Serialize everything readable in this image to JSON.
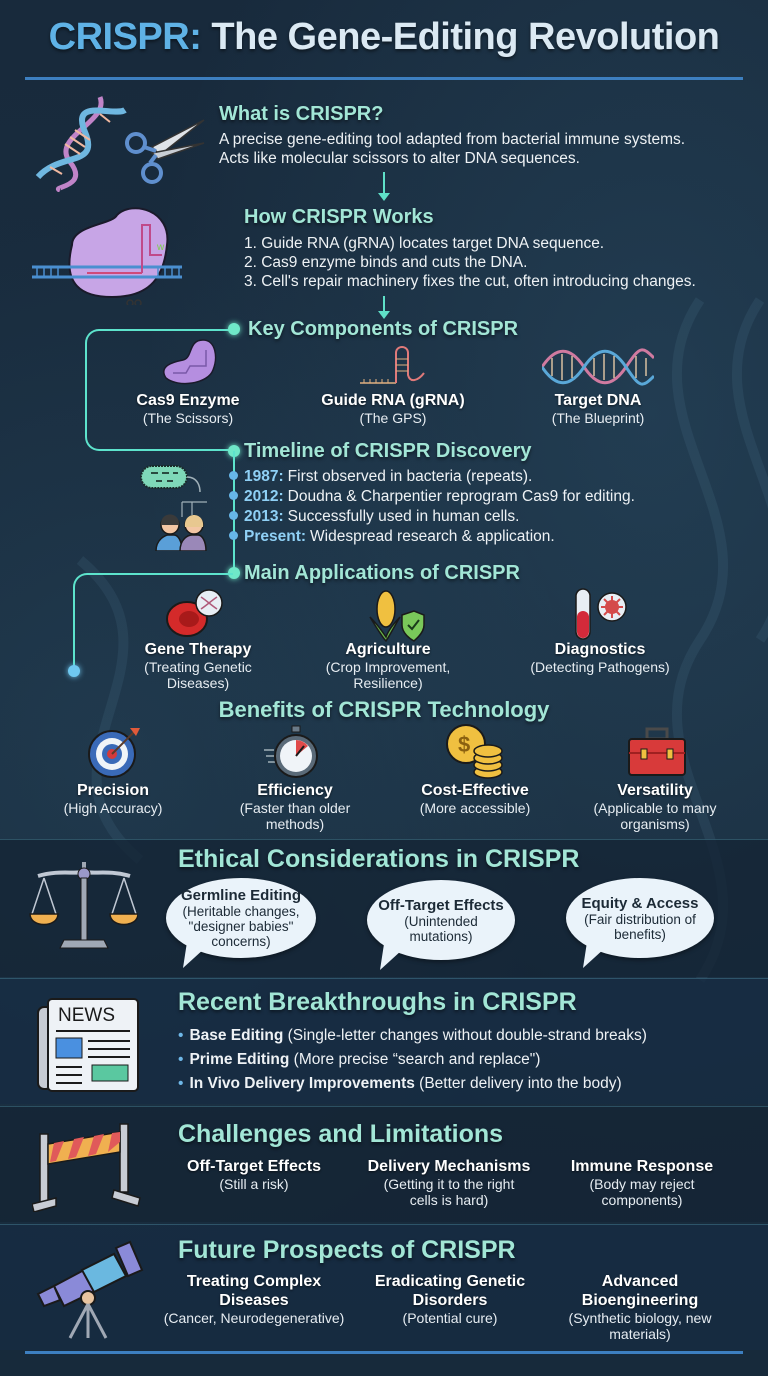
{
  "title": {
    "part1": "CRISPR:",
    "part2": "The Gene-Editing Revolution"
  },
  "what_is": {
    "heading": "What is CRISPR?",
    "lines": [
      "A precise gene-editing tool adapted from bacterial immune systems.",
      "Acts like molecular scissors to alter DNA sequences."
    ],
    "icons": [
      "dna-icon",
      "scissors-icon"
    ]
  },
  "how_works": {
    "heading": "How CRISPR Works",
    "steps": [
      "1. Guide RNA (gRNA) locates target DNA sequence.",
      "2. Cas9 enzyme binds and cuts the DNA.",
      "3. Cell's repair machinery fixes the cut, often introducing changes."
    ],
    "icon": "cas9-complex-icon"
  },
  "components": {
    "heading": "Key Components of CRISPR",
    "items": [
      {
        "title": "Cas9 Enzyme",
        "sub": "(The Scissors)",
        "icon": "cas9-icon"
      },
      {
        "title": "Guide RNA (gRNA)",
        "sub": "(The GPS)",
        "icon": "grna-icon"
      },
      {
        "title": "Target DNA",
        "sub": "(The Blueprint)",
        "icon": "dna-helix-icon"
      }
    ]
  },
  "timeline": {
    "heading": "Timeline of CRISPR Discovery",
    "entries": [
      {
        "year": "1987:",
        "text": "First observed in bacteria (repeats)."
      },
      {
        "year": "2012:",
        "text": "Doudna & Charpentier reprogram Cas9 for editing."
      },
      {
        "year": "2013:",
        "text": "Successfully used in human cells."
      },
      {
        "year": "Present:",
        "text": "Widespread research & application."
      }
    ],
    "icons": [
      "bacteria-icon",
      "scientists-icon"
    ]
  },
  "applications": {
    "heading": "Main Applications of CRISPR",
    "items": [
      {
        "title": "Gene Therapy",
        "sub1": "(Treating Genetic",
        "sub2": "Diseases)",
        "icon": "blood-cell-icon"
      },
      {
        "title": "Agriculture",
        "sub1": "(Crop Improvement,",
        "sub2": "Resilience)",
        "icon": "corn-shield-icon"
      },
      {
        "title": "Diagnostics",
        "sub1": "(Detecting Pathogens)",
        "sub2": "",
        "icon": "test-tube-virus-icon"
      }
    ]
  },
  "benefits": {
    "heading": "Benefits of CRISPR Technology",
    "items": [
      {
        "title": "Precision",
        "sub1": "(High Accuracy)",
        "sub2": "",
        "icon": "target-icon"
      },
      {
        "title": "Efficiency",
        "sub1": "(Faster than older",
        "sub2": "methods)",
        "icon": "stopwatch-icon"
      },
      {
        "title": "Cost-Effective",
        "sub1": "(More accessible)",
        "sub2": "",
        "icon": "coins-icon"
      },
      {
        "title": "Versatility",
        "sub1": "(Applicable to many",
        "sub2": "organisms)",
        "icon": "toolbox-icon"
      }
    ]
  },
  "ethics": {
    "heading": "Ethical Considerations in CRISPR",
    "items": [
      {
        "title": "Germline Editing",
        "lines": [
          "(Heritable changes,",
          "\"designer babies\"",
          "concerns)"
        ]
      },
      {
        "title": "Off-Target Effects",
        "lines": [
          "(Unintended",
          "mutations)"
        ]
      },
      {
        "title": "Equity & Access",
        "lines": [
          "(Fair distribution of",
          "benefits)"
        ]
      }
    ],
    "icon": "scales-icon"
  },
  "breakthroughs": {
    "heading": "Recent Breakthroughs in CRISPR",
    "icon_label": "NEWS",
    "items": [
      {
        "bold": "Base Editing",
        "rest": "(Single-letter changes without double-strand breaks)"
      },
      {
        "bold": "Prime Editing",
        "rest": "(More precise “search and replace\")"
      },
      {
        "bold": "In Vivo Delivery Improvements",
        "rest": "(Better delivery into the body)"
      }
    ]
  },
  "challenges": {
    "heading": "Challenges and Limitations",
    "items": [
      {
        "title": "Off-Target Effects",
        "sub1": "(Still a risk)",
        "sub2": ""
      },
      {
        "title": "Delivery Mechanisms",
        "sub1": "(Getting it to the right",
        "sub2": "cells is hard)"
      },
      {
        "title": "Immune Response",
        "sub1": "(Body may reject",
        "sub2": "components)"
      }
    ],
    "icon": "barrier-icon"
  },
  "future": {
    "heading": "Future Prospects of CRISPR",
    "items": [
      {
        "title1": "Treating Complex",
        "title2": "Diseases",
        "sub1": "(Cancer, Neurodegenerative)",
        "sub2": ""
      },
      {
        "title1": "Eradicating Genetic",
        "title2": "Disorders",
        "sub1": "(Potential cure)",
        "sub2": ""
      },
      {
        "title1": "Advanced",
        "title2": "Bioengineering",
        "sub1": "(Synthetic biology, new",
        "sub2": "materials)"
      }
    ],
    "icon": "telescope-icon"
  },
  "colors": {
    "background": "#17283a",
    "heading": "#a2e6d6",
    "title_accent": "#5fb2e6",
    "connector": "#5de3cc",
    "rule": "#3d7fc0"
  }
}
